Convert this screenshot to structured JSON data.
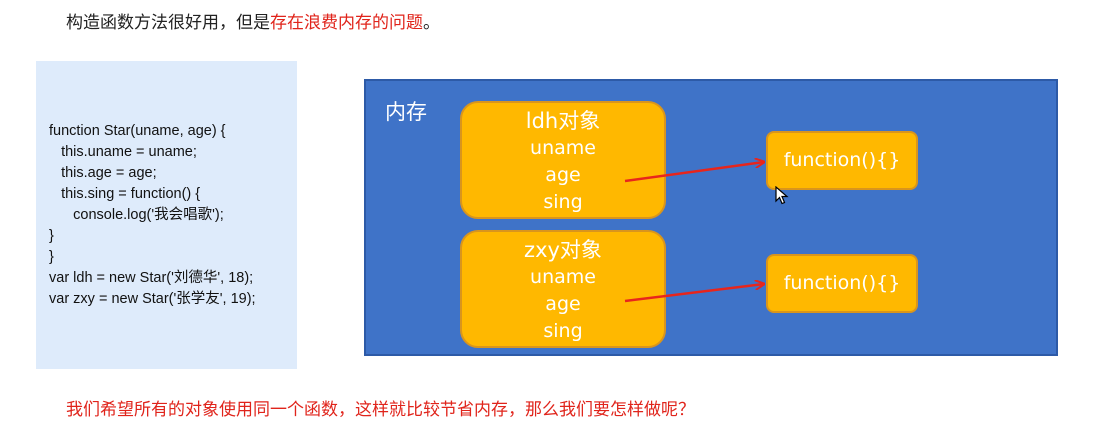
{
  "intro": {
    "normal": "构造函数方法很好用，但是",
    "highlight": "存在浪费内存的问题",
    "end": "。"
  },
  "code": {
    "lines": [
      "function Star(uname, age) {",
      "   this.uname = uname;",
      "   this.age = age;",
      "   this.sing = function() {",
      "      console.log('我会唱歌');",
      "}",
      "}",
      "var ldh = new Star('刘德华', 18);",
      "var zxy = new Star('张学友', 19);"
    ]
  },
  "diagram": {
    "memory_label": "内存",
    "objects": [
      {
        "title": "ldh对象",
        "props": [
          "uname",
          "age",
          "sing"
        ],
        "target": "function(){}"
      },
      {
        "title": "zxy对象",
        "props": [
          "uname",
          "age",
          "sing"
        ],
        "target": "function(){}"
      }
    ]
  },
  "question": "我们希望所有的对象使用同一个函数，这样就比较节省内存，那么我们要怎样做呢？",
  "colors": {
    "highlight_red": "#e0241b",
    "code_panel_bg": "#deebfb",
    "memory_blue": "#3f73c8",
    "object_orange": "#ffb800",
    "arrow_red": "#e8251c"
  }
}
